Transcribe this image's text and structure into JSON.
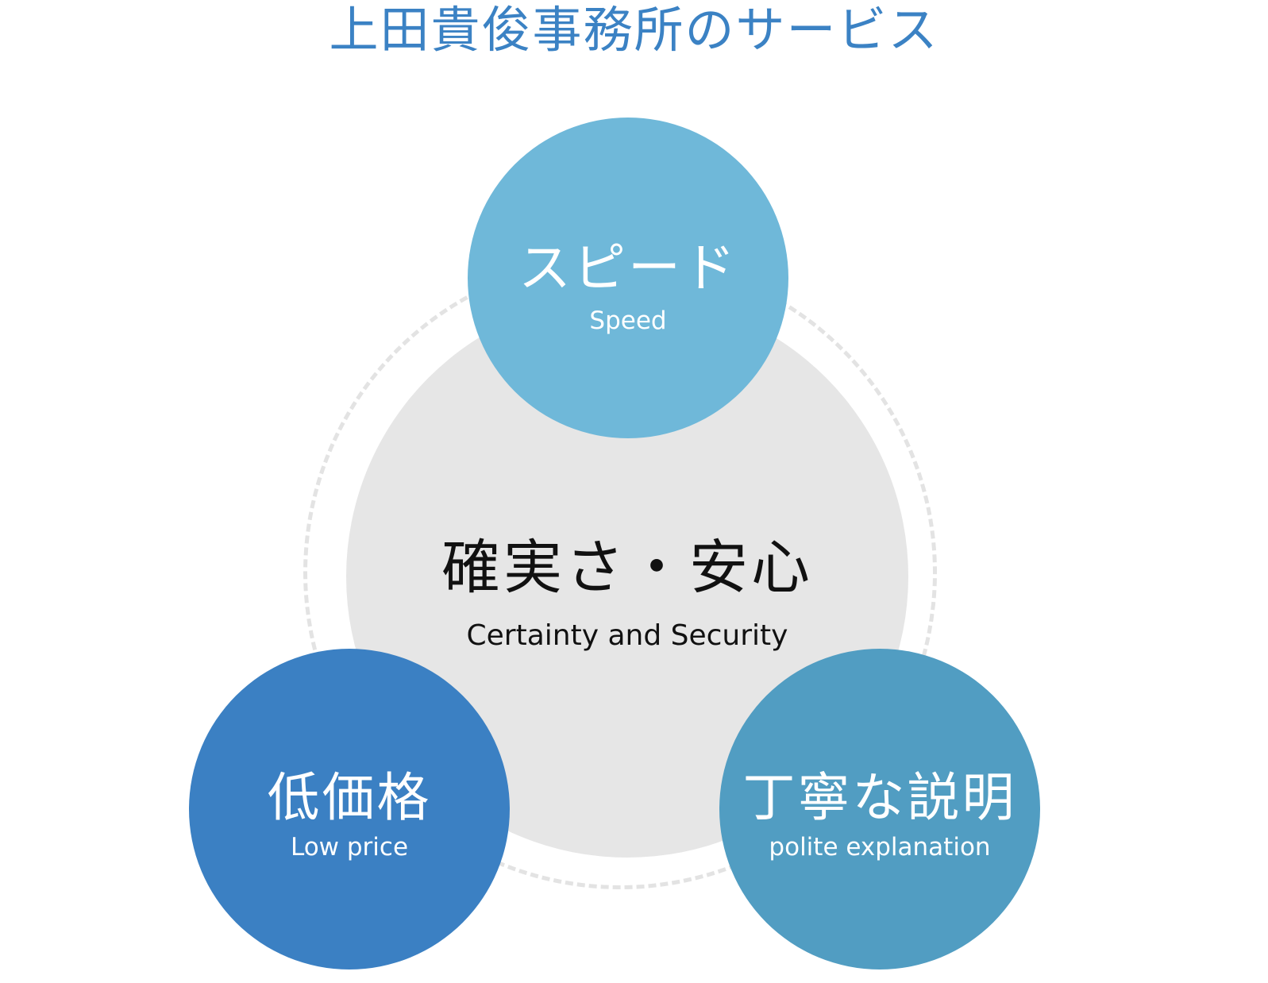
{
  "title": "上田貴俊事務所のサービス",
  "center": {
    "label_jp": "確実さ・安心",
    "label_en": "Certainty and Security"
  },
  "nodes": [
    {
      "label_jp": "スピード",
      "label_en": "Speed"
    },
    {
      "label_jp": "低価格",
      "label_en": "Low price"
    },
    {
      "label_jp": "丁寧な説明",
      "label_en": "polite explanation"
    }
  ],
  "colors": {
    "title": "#3b82c4",
    "center_fill": "#e6e6e6",
    "ring_dash": "#e3e3e3",
    "speed": "#6fb8d9",
    "low_price": "#3b80c3",
    "polite_explanation": "#519dc2"
  }
}
